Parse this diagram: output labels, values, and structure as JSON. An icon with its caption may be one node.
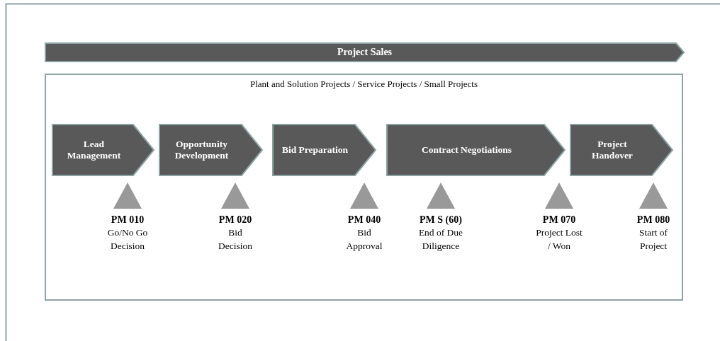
{
  "diagram": {
    "nodes": [
      {
        "text": [
          "Project Sales"
        ]
      },
      {
        "text": [
          "Plant and Solution Projects / Service Projects / Small Projects"
        ]
      },
      {
        "text": [
          "Lead Management"
        ],
        "in": 1
      },
      {
        "text": [
          "Opportunity Development"
        ],
        "in": 1
      },
      {
        "text": [
          "Bid Preparation"
        ],
        "in": 1
      },
      {
        "text": [
          "Contract Negotiations"
        ],
        "in": 1
      },
      {
        "text": [
          "Project Handover"
        ],
        "in": 1
      },
      {
        "text": [
          "PM 010",
          "Go/No Go Decision"
        ],
        "in": 1
      },
      {
        "text": [
          "PM 020",
          "Bid Decision"
        ],
        "in": 1
      },
      {
        "text": [
          "PM 040",
          "Bid Approval"
        ],
        "in": 1
      },
      {
        "text": [
          "PM S (60)",
          "End of Due Diligence"
        ],
        "in": 1
      },
      {
        "text": [
          "PM 070",
          "Project Lost / Won"
        ],
        "in": 1
      },
      {
        "text": [
          "PM 080",
          "Start of Project"
        ],
        "in": 1
      }
    ]
  }
}
